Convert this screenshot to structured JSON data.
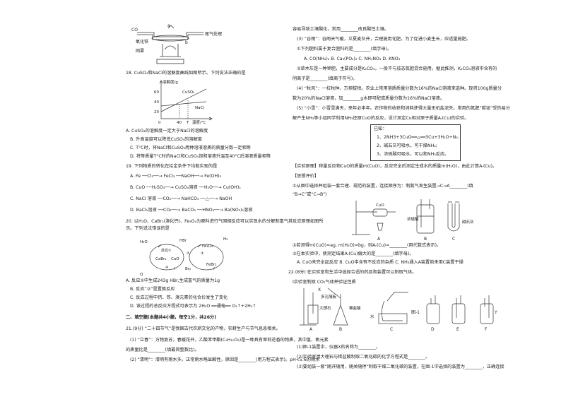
{
  "left": {
    "fig17": {
      "co": "CO",
      "a": "a",
      "oxide": "氧化铁",
      "b": "b",
      "tail": "尾气处理",
      "stand": "网罩"
    },
    "q18": {
      "stem": "18. CuSO₄和NaCl的溶解度曲线如图所示。下列说法正确的是",
      "ylabel": "溶解度/g",
      "yticks": [
        "60",
        "40",
        "20"
      ],
      "xticks": [
        "0",
        "40",
        "T"
      ],
      "xunit": "温度/°C",
      "cuso4": "CuSO₄",
      "nacl": "NaCl",
      "A": "A. CuSO₄的溶解度一定大于NaCl的溶解度",
      "B": "B. 升高温度可以降低CuSO₄的溶解度",
      "C": "C. T°C时，将NaCl和CuSO₄两种溶液溶质的质量分数一定相等",
      "D": "D. 将等质量T°C时的NaCl和CuSO₄饱和溶液升温至40°C后溶液质量相等"
    },
    "q19": {
      "stem": "19. 下列物质的转化在给定条件下均能实现的是",
      "A": "A. Fe ──Cl₂──→ FeCl₃ ──NaOH──→ Fe(OH)₃",
      "B": "B. CuO ──H₂SO₄──→ CuSO₄溶液 ──H₂O──→ Cu(OH)₂",
      "C": "C. NaCl 溶液 ──CO₂──→ NaHCO₃ ──△──→ NaOH",
      "D": "D. BaCl₂溶液 ──CO₂──→ BaCO₃ ──HNO₃──→ Ba(NO₃)₂溶液"
    },
    "q20": {
      "stem1": "20. 以H₂O、CaBr₂(溴化钙)、Fe₃O₄为原料进行气固相反应可以实现水的分解制氢气其反应原理如图所",
      "stem2": "示。下列说法错误的是",
      "h2o": "H₂O",
      "cabr2": "CaBr₂",
      "cao": "CaO",
      "hbr": "HBr",
      "fe3o4": "Fe₃O₄",
      "h2": "H₂",
      "febr2": "FeBr₂",
      "br2": "Br₂",
      "o2": "O",
      "r1": "反应①",
      "r2": "②",
      "r3": "③",
      "r4": "④",
      "A": "A. 反应①中生成243g HBr,生成氢气的质量为1g",
      "B": "B. 反应“②”是置换反应",
      "C": "C. 反应过程中钙、铁、溴元素的化合价发生了变化",
      "D": "D. 该过程的总反应方程式可表示为 2H₂O ══通电══ O₂↑+2H₂↑"
    },
    "sec2": "二、填空题(本题共4小题，每空1分，共26分)",
    "q21": {
      "stem": "21.(9分) “二十四节气”是我国古代农耕文化的产物，农耕生产与节气息息相关。",
      "l1": "(1) “立春”：万物复苏，春暖花开，乙酸苯甲酯(C₉H₁₀O₂)是一种具有茉莉花香的物质，其中氢、氧元素",
      "l2": "的质量比是________(填最简整数比)。",
      "l3": "(2) “清明”：清明有雨水多。正常雨水略显酸性，原因是________(用方程式表示)。pH<5.6的雨水"
    }
  },
  "right": {
    "r1": "容易导致土壤酸化，常用________改良酸性土壤。",
    "r2": "(3) “谷雨”：谷雨天气暖，立夏麦灰开，合理施用化肥，为了促进小麦生长，应适量施肥。",
    "r3": "①下列肥料属于复合肥料的是________(填字母)。",
    "r4": "A. CO(NH₂)₂   B. Ca₃(PO₄)₂   C. NH₄NO₃   D. KNO₃",
    "r5": "②草木灰是一种钾肥，主要成分是K₂CO₃，一般不与铵态氮肥混合施用，据此推测，K₂CO₃溶液中含有的",
    "r6": "阴离子是________(填离子符号)。",
    "r7": "(4) “秋风”：一拉秋种，万担拔秧。农业上常用溶质质量分数为16%的NaCl溶液来选种。现将100g质量分",
    "r8": "数为20%的NaCl溶液，加________g水即可配成质量分数为16%的NaCl溶液。",
    "r9": "(5) “小雪”：小雪雪满天，来年必丰年。农作物的收获和消耗使得大量无机盐流失。常用的氮肥“碳铵”受热易分",
    "r10": "解产生NH₃等小组同学利用NH₃还原CuO的反应，设计测定Cu相对原子质量Aᵣ(Cu)的实验。",
    "known": {
      "title": "已知：",
      "k1": "1、2NH3+3CuO══△══3Cu+3H₂O+N₂;",
      "k2": "2、碱石灰可吸水，可干燥NH₃;",
      "k3": "3、浓硫酸可吸水，可以和NH₃反应。"
    },
    "r11": "【实验原理】称量反应物CuO的质量m(CuO)，反应完全后测定生成水的质量m(H₂O)，由此计算Aᵣ(Cu)。",
    "r12": "【思想评价】",
    "r13": "①从图中选择并组装一套合理、规范的装置，连接顺序为：制氨气发生装置→C→A________(填",
    "r14": "“B→C”或“C→B”)",
    "fig": {
      "cuo": "CuO",
      "acid": "浓硫酸",
      "lime": "碱石灰",
      "A": "A",
      "B": "B",
      "C": "C"
    },
    "r15": "②若测得m(CuO)=ag, m(H₂O)=bg，则Aᵣ(Cu)=________(用代数式表示)。",
    "r16": "③在本实验中，使测定结果Aᵣ(Cu)偏大的是________(填字母)。",
    "r17": "A. CuO未完全起反应   B. CuO中含有不反应的杂质   C. NH₃通入A装置前未用C装置干燥",
    "q22": "22.(8分) 在实验室和生活中选择合适的药品和装置可以制取气体。",
    "q22t": "Ⅰ实验室制取 CO₂气体并验证性质",
    "fig2": {
      "x": "X",
      "porous": "多孔隔板",
      "marble": "大理石",
      "acid": "稀盐酸",
      "water": "水",
      "A": "A",
      "B": "B",
      "C": "C",
      "D": "D",
      "E": "E",
      "F": "F",
      "Y": "Y",
      "fig1": "图-1"
    },
    "r18": "(1)图-1装置中，仪器X的名称为________。",
    "r19": "(2)实验室用大理石与稀盐酸制取二氧化碳的化学方程式是________。",
    "r20": "(3)要组装一套“随开随用，随关随停”制取干燥二氧化碳的装置，在图-1中选择的装置为________，正确连接"
  }
}
